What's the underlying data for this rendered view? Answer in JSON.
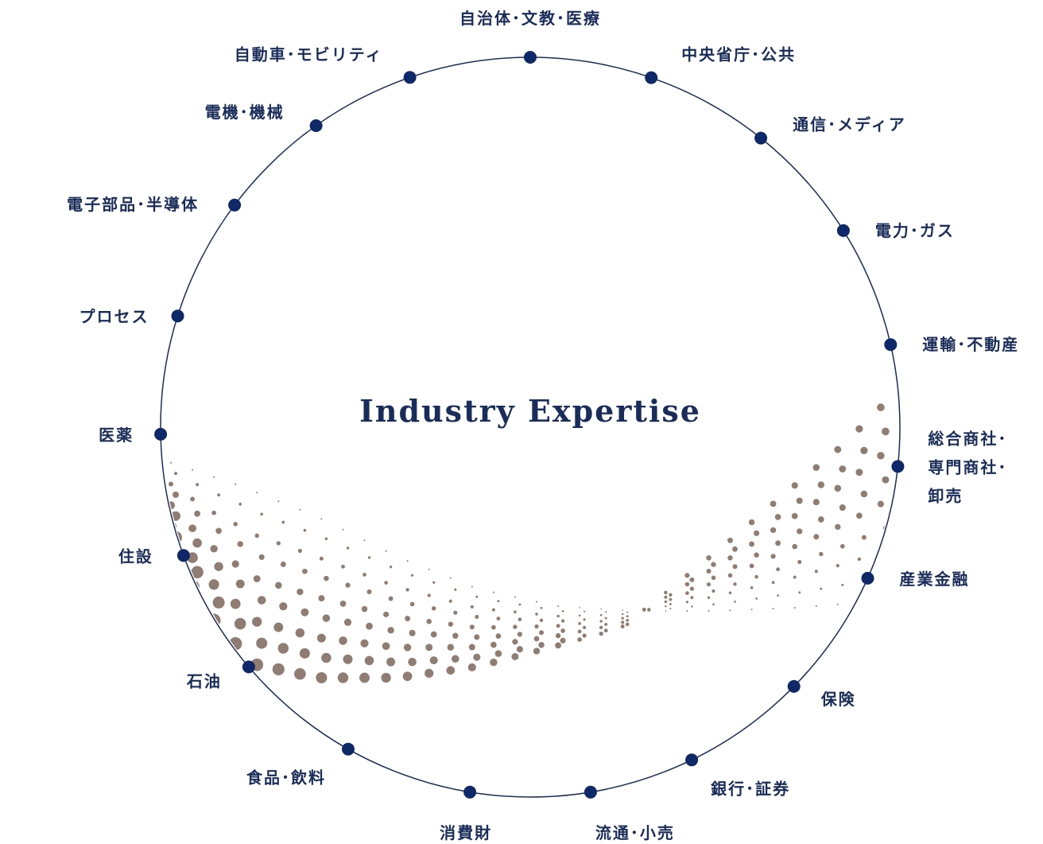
{
  "title": "Industry Expertise",
  "colors": {
    "circle": "#1a2d5a",
    "node": "#0f2868",
    "text": "#1a2d5a",
    "dots": "#8f7c72"
  },
  "industries": [
    {
      "id": "gov",
      "label": "自治体･文教･医療"
    },
    {
      "id": "central-gov",
      "label": "中央省庁･公共"
    },
    {
      "id": "telecom",
      "label": "通信･メディア"
    },
    {
      "id": "power",
      "label": "電力･ガス"
    },
    {
      "id": "transport",
      "label": "運輸･不動産"
    },
    {
      "id": "trading",
      "label": "総合商社･専門商社･卸売",
      "lines": [
        "総合商社･",
        "専門商社･",
        "卸売"
      ]
    },
    {
      "id": "ind-finance",
      "label": "産業金融"
    },
    {
      "id": "insurance",
      "label": "保険"
    },
    {
      "id": "banking",
      "label": "銀行･証券"
    },
    {
      "id": "retail",
      "label": "流通･小売"
    },
    {
      "id": "consumer",
      "label": "消費財"
    },
    {
      "id": "food",
      "label": "食品･飲料"
    },
    {
      "id": "oil",
      "label": "石油"
    },
    {
      "id": "housing",
      "label": "住設"
    },
    {
      "id": "pharma",
      "label": "医薬"
    },
    {
      "id": "process",
      "label": "プロセス"
    },
    {
      "id": "electronics",
      "label": "電子部品･半導体"
    },
    {
      "id": "machinery",
      "label": "電機･機械"
    },
    {
      "id": "auto",
      "label": "自動車･モビリティ"
    }
  ]
}
